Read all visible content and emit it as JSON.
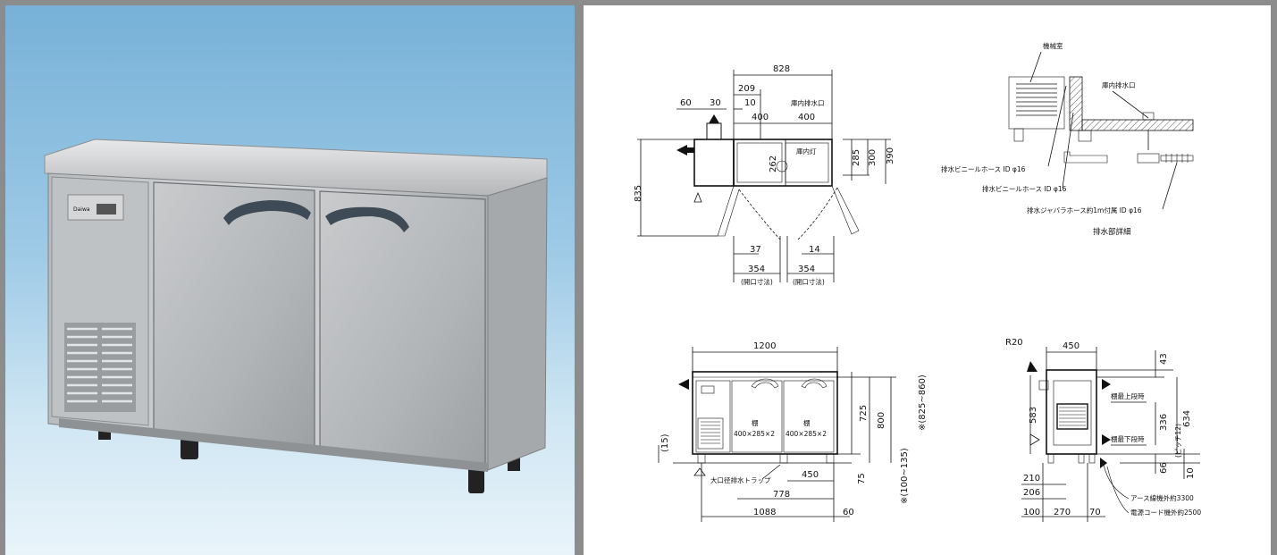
{
  "photo": {
    "brand_label": "Daiwa",
    "icon": "refrigerator-unit-photo"
  },
  "top_view": {
    "w828": "828",
    "w209": "209",
    "w60": "60",
    "w30": "30",
    "w10": "10",
    "w400a": "400",
    "w400b": "400",
    "label_drain": "庫内排水口",
    "h835": "835",
    "h262": "262",
    "h285": "285",
    "h390": "390",
    "h300": "300",
    "label_light": "庫内灯",
    "w37": "37",
    "w14": "14",
    "w354a": "354",
    "w354b": "354",
    "label_opening_a": "(開口寸法)",
    "label_opening_b": "(開口寸法)"
  },
  "drain_detail": {
    "label_machine_room": "機械室",
    "label_drain_port": "庫内排水口",
    "label_hose1": "排水ビニールホース ID φ16",
    "label_hose2": "排水ビニールホース ID φ16",
    "label_hose3": "排水ジャバラホース約1m付属 ID φ16",
    "title": "排水部詳細"
  },
  "front_view": {
    "w1200": "1200",
    "shelf_a": "棚",
    "shelf_a_dim": "400×285×2",
    "shelf_b": "棚",
    "shelf_b_dim": "400×285×2",
    "h725": "725",
    "h800": "800",
    "h_range": "※(825~860)",
    "h15": "(15)",
    "h75": "75",
    "h75_range": "※(100~135)",
    "label_trap": "大口径排水トラップ",
    "w450": "450",
    "w778": "778",
    "w1088": "1088",
    "w60": "60"
  },
  "side_view": {
    "r20": "R20",
    "w450": "450",
    "h43": "43",
    "h583": "583",
    "label_shelf_top": "棚最上段時",
    "h336": "336",
    "h336_note": "(ピッチ12)",
    "h634": "634",
    "label_shelf_bottom": "棚最下段時",
    "h66": "66",
    "h10": "10",
    "w210": "210",
    "w206": "206",
    "w100": "100",
    "w270": "270",
    "w70": "70",
    "label_earth": "アース線機外約3300",
    "label_cord": "電源コード機外約2500"
  }
}
